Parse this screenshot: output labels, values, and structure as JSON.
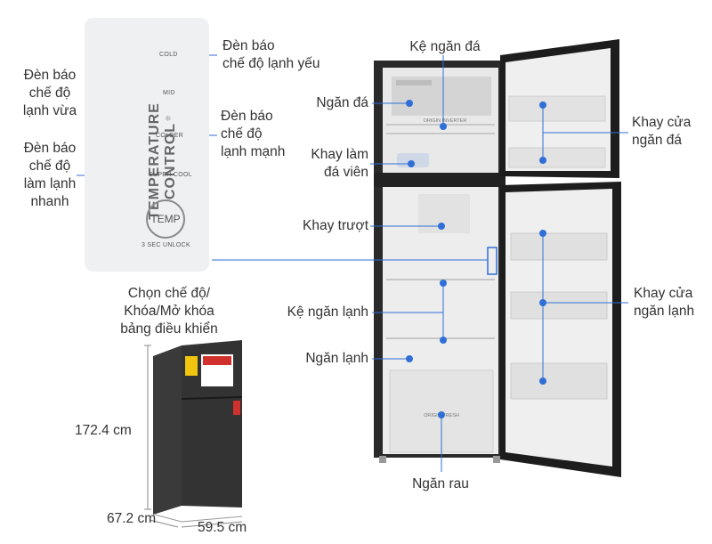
{
  "panel": {
    "title": "TEMPERATURE CONTROL",
    "cold": "COLD",
    "mid": "MID",
    "colder": "COLDER",
    "super_cool": "SUPER COOL",
    "temp_button": "TEMP",
    "unlock": "3 SEC UNLOCK"
  },
  "labels": {
    "cold_indicator": [
      "Đèn báo",
      "chế độ lạnh yếu"
    ],
    "mid_indicator": [
      "Đèn báo",
      "chế độ",
      "lạnh vừa"
    ],
    "colder_indicator": [
      "Đèn báo",
      "chế độ",
      "lạnh mạnh"
    ],
    "supercool_indicator": [
      "Đèn báo",
      "chế độ",
      "làm lạnh",
      "nhanh"
    ],
    "temp_control": [
      "Chọn chế độ/",
      "Khóa/Mở khóa",
      "bảng điều khiển"
    ],
    "ice_shelf": "Kệ ngăn đá",
    "freezer": "Ngăn đá",
    "ice_tray": [
      "Khay làm",
      "đá viên"
    ],
    "sliding_tray": "Khay trượt",
    "fridge_shelf": "Kệ ngăn lạnh",
    "fridge": "Ngăn lạnh",
    "crisper": "Ngăn rau",
    "freezer_door_tray": [
      "Khay cửa",
      "ngăn đá"
    ],
    "fridge_door_tray": [
      "Khay cửa",
      "ngăn lạnh"
    ]
  },
  "interior_text": {
    "inverter": "ORIGIN INVERTER",
    "fresh": "ORIGIN FRESH"
  },
  "dimensions": {
    "height": "172.4 cm",
    "depth": "67.2 cm",
    "width": "59.5 cm"
  },
  "colors": {
    "accent": "#2f6fd6",
    "fridge_body": "#2b2b2b",
    "interior": "#eeeeee"
  }
}
